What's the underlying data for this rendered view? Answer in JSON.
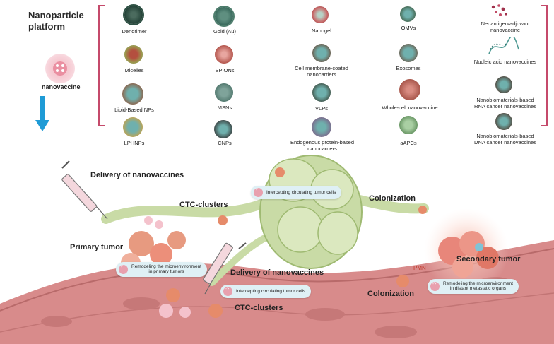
{
  "title": "Nanoparticle\nplatform",
  "nanovaccine_label": "nanovaccine",
  "colors": {
    "bracket": "#c54a6b",
    "arrow": "#1f9bd6",
    "tissue": "#d88b8b",
    "cluster": "#c9dba6",
    "tumor": "#e79a80"
  },
  "platforms": [
    {
      "name": "dendrimer-icon",
      "label": "Dendrimer"
    },
    {
      "name": "micelle-icon",
      "label": "Micelles"
    },
    {
      "name": "lipid-np-icon",
      "label": "Lipid-Based NPs"
    },
    {
      "name": "lphnp-icon",
      "label": "LPHNPs"
    },
    {
      "name": "gold-np-icon",
      "label": "Gold (Au)"
    },
    {
      "name": "spion-icon",
      "label": "SPIONs"
    },
    {
      "name": "msn-icon",
      "label": "MSNs"
    },
    {
      "name": "cnp-icon",
      "label": "CNPs"
    },
    {
      "name": "nanogel-icon",
      "label": "Nanogel"
    },
    {
      "name": "cell-membrane-icon",
      "label": "Cell membrane-coated\nnanocarriers"
    },
    {
      "name": "vlp-icon",
      "label": "VLPs"
    },
    {
      "name": "endogenous-protein-icon",
      "label": "Endogenous protein-based\nnanocarriers"
    },
    {
      "name": "omv-icon",
      "label": "OMVs"
    },
    {
      "name": "exosome-icon",
      "label": "Exosomes"
    },
    {
      "name": "whole-cell-icon",
      "label": "Whole-cell nanovaccine"
    },
    {
      "name": "aapc-icon",
      "label": "aAPCs"
    },
    {
      "name": "neoantigen-icon",
      "label": "Neoantigen/adjuvant\nnanovaccine"
    },
    {
      "name": "nucleic-acid-icon",
      "label": "Nucleic acid nanovaccines"
    },
    {
      "name": "rna-nano-icon",
      "label": "Nanobiomaterials-based\nRNA cancer nanovaccines"
    },
    {
      "name": "dna-nano-icon",
      "label": "Nanobiomaterials-based\nDNA cancer nanovaccines"
    }
  ],
  "scene": {
    "delivery_top": "Delivery of nanovaccines",
    "delivery_bottom": "Delivery of nanovaccines",
    "ctc_top": "CTC-clusters",
    "ctc_bottom": "CTC-clusters",
    "colonization_top": "Colonization",
    "colonization_bottom": "Colonization",
    "primary_tumor": "Primary tumor",
    "secondary_tumor": "Secondary tumor",
    "pmn": "PMN",
    "pill_intercept_top": "Intercepting circulating tumor cells",
    "pill_intercept_bottom": "Intercepting circulating tumor cells",
    "pill_remodel_primary": "Remodeling the microenvironment\nin primary tumors",
    "pill_remodel_distant": "Remodeling the microenvironment\nin distant metastatic organs"
  }
}
